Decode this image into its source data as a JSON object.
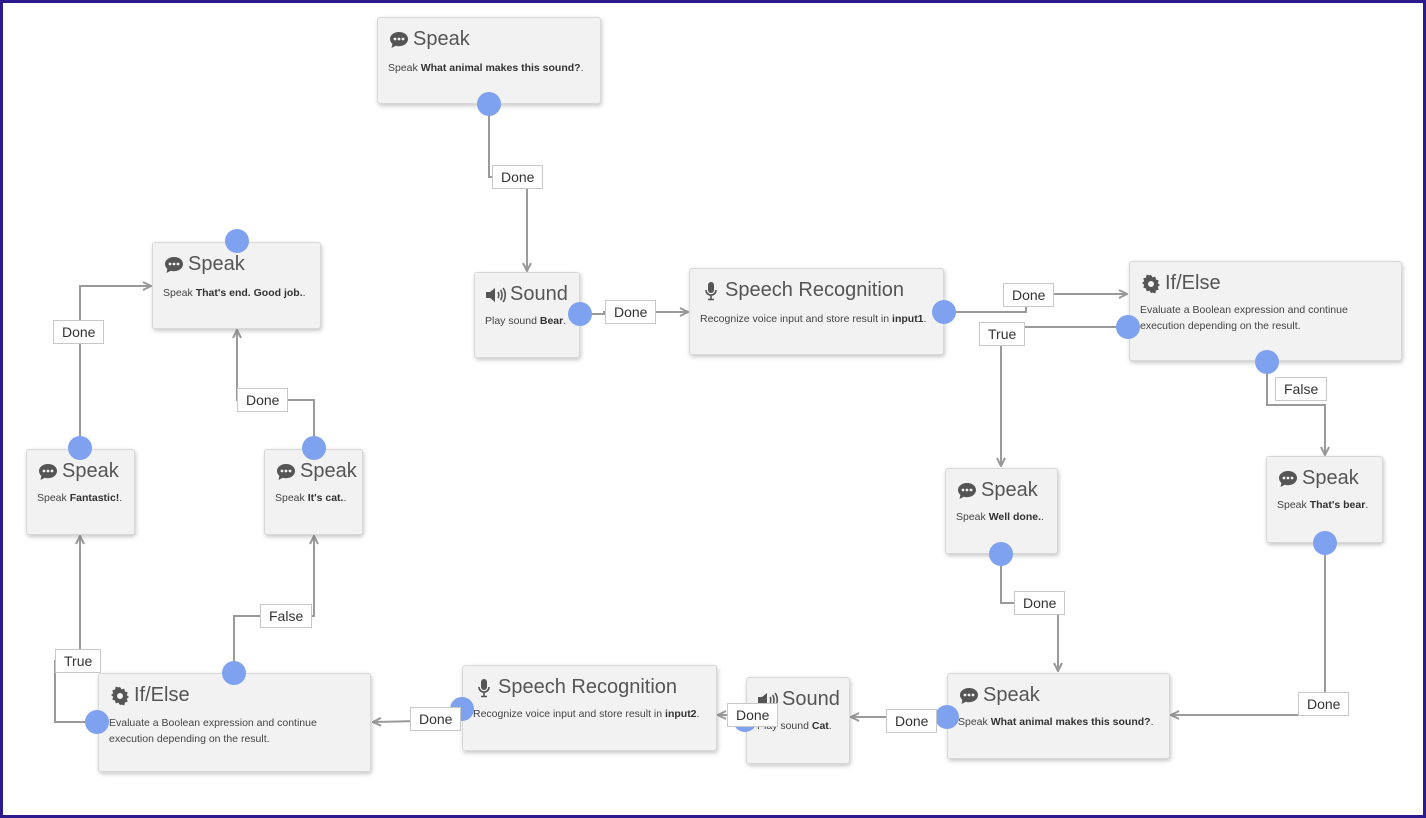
{
  "nodes": {
    "speak1": {
      "title": "Speak",
      "pre": "Speak ",
      "bold": "What animal makes this sound?",
      "post": "."
    },
    "sound1": {
      "title": "Sound",
      "pre": "Play sound ",
      "bold": "Bear",
      "post": "."
    },
    "recog1": {
      "title": "Speech Recognition",
      "pre": "Recognize voice input and store result in ",
      "bold": "input1",
      "post": "."
    },
    "ifelse1": {
      "title": "If/Else",
      "text": "Evaluate a Boolean expression and continue execution depending on the result."
    },
    "speak_welldone": {
      "title": "Speak",
      "pre": "Speak ",
      "bold": "Well done.",
      "post": "."
    },
    "speak_bear": {
      "title": "Speak",
      "pre": "Speak ",
      "bold": "That's bear",
      "post": "."
    },
    "speak2": {
      "title": "Speak",
      "pre": "Speak ",
      "bold": "What animal makes this sound?",
      "post": "."
    },
    "sound2": {
      "title": "Sound",
      "pre": "Play sound ",
      "bold": "Cat",
      "post": "."
    },
    "recog2": {
      "title": "Speech Recognition",
      "pre": "Recognize voice input and store result in ",
      "bold": "input2",
      "post": "."
    },
    "ifelse2": {
      "title": "If/Else",
      "text": "Evaluate a Boolean expression and continue execution depending on the result."
    },
    "speak_fantastic": {
      "title": "Speak",
      "pre": "Speak ",
      "bold": "Fantastic!",
      "post": "."
    },
    "speak_cat": {
      "title": "Speak",
      "pre": "Speak ",
      "bold": "It's cat.",
      "post": "."
    },
    "speak_end": {
      "title": "Speak",
      "pre": "Speak ",
      "bold": "That's end. Good job.",
      "post": "."
    }
  },
  "labels": {
    "done": "Done",
    "true": "True",
    "false": "False"
  },
  "icons": {
    "speak": "speech-bubble-icon",
    "sound": "speaker-icon",
    "recognition": "microphone-icon",
    "ifelse": "gear-icon"
  },
  "colors": {
    "frame_border": "#2b1b8f",
    "node_bg": "#f2f2f2",
    "connector_dot": "#7ea2ef",
    "edge": "#999999",
    "title_text": "#555555"
  }
}
